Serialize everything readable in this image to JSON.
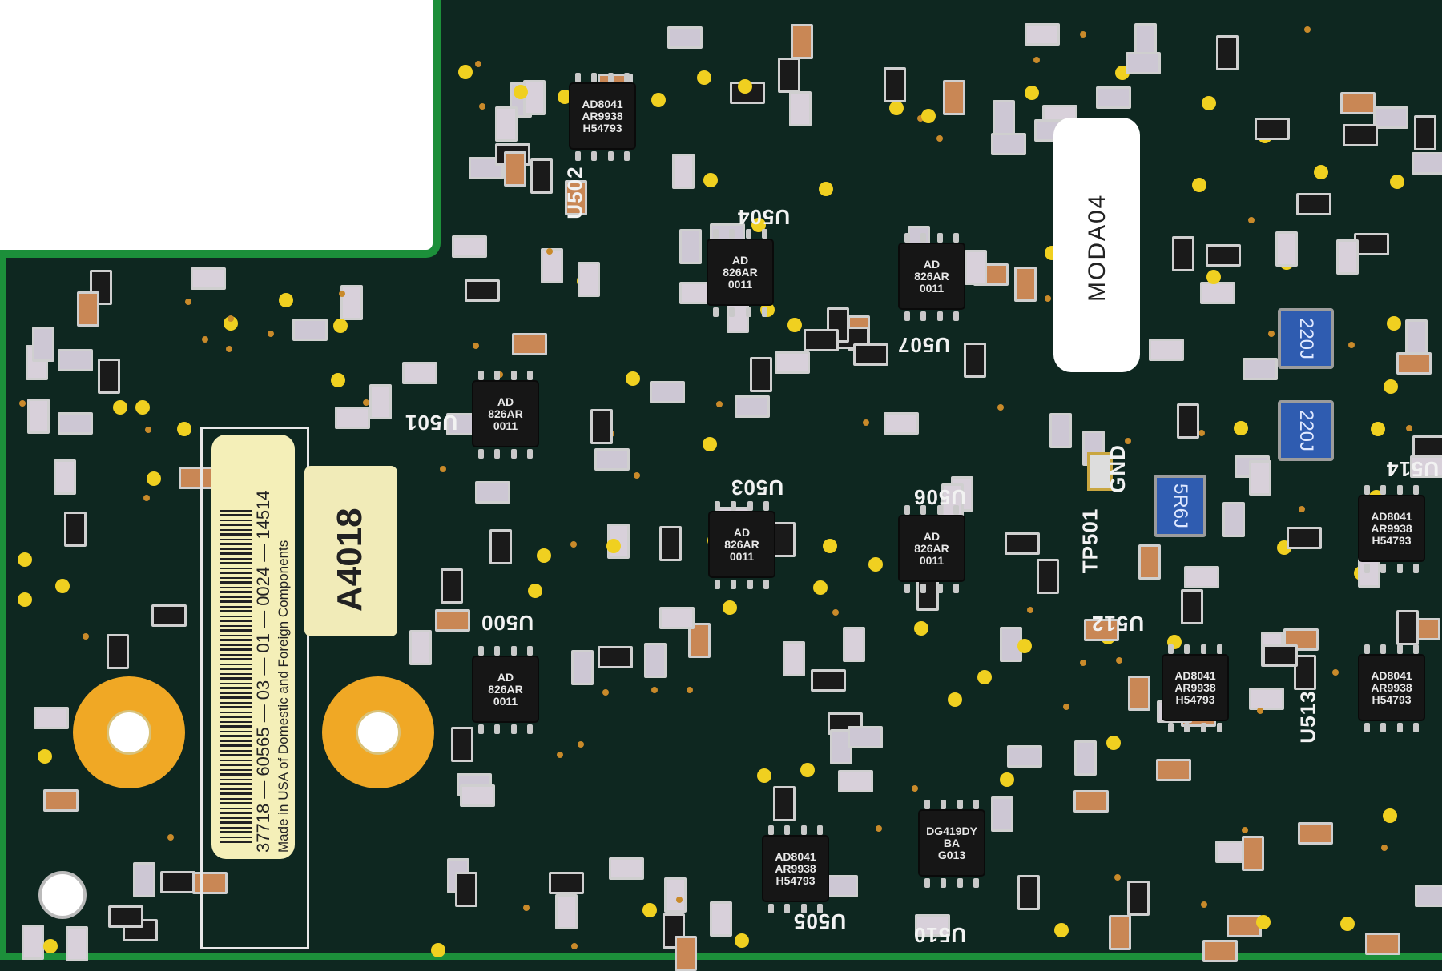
{
  "board": {
    "label_part_number": "37718 — 60565 — 03 — 01 — 0024 — 14514",
    "label_origin": "Made in USA of Domestic and Foreign Components",
    "lot_sticker": "A4018",
    "module_label": "MODA04",
    "testpoint": "TP501",
    "gnd": "GND"
  },
  "chips": [
    {
      "ref": "U502",
      "marking": [
        "AD8041",
        "AR9938",
        "H54793"
      ]
    },
    {
      "ref": "U504",
      "marking": [
        "AD",
        "826AR",
        "0011"
      ]
    },
    {
      "ref": "U507",
      "marking": [
        "AD",
        "826AR",
        "0011"
      ]
    },
    {
      "ref": "U501",
      "marking": [
        "AD",
        "826AR",
        "0011"
      ]
    },
    {
      "ref": "U503",
      "marking": [
        "AD",
        "826AR",
        "0011"
      ]
    },
    {
      "ref": "U506",
      "marking": [
        "AD",
        "826AR",
        "0011"
      ]
    },
    {
      "ref": "U500",
      "marking": [
        "AD",
        "826AR",
        "0011"
      ]
    },
    {
      "ref": "U505",
      "marking": [
        "AD8041",
        "AR9938",
        "H54793"
      ]
    },
    {
      "ref": "U510",
      "marking": [
        "DG419DY",
        "BA",
        "G013"
      ]
    },
    {
      "ref": "U512",
      "marking": [
        "AD8041",
        "AR9938",
        "H54793"
      ]
    },
    {
      "ref": "U514",
      "marking": [
        "AD8041",
        "AR9938",
        "H54793"
      ]
    },
    {
      "ref": "U513",
      "marking": [
        "AD8041",
        "AR9938",
        "H54793"
      ]
    }
  ],
  "inductors": [
    "220J",
    "220J",
    "5R6J"
  ]
}
